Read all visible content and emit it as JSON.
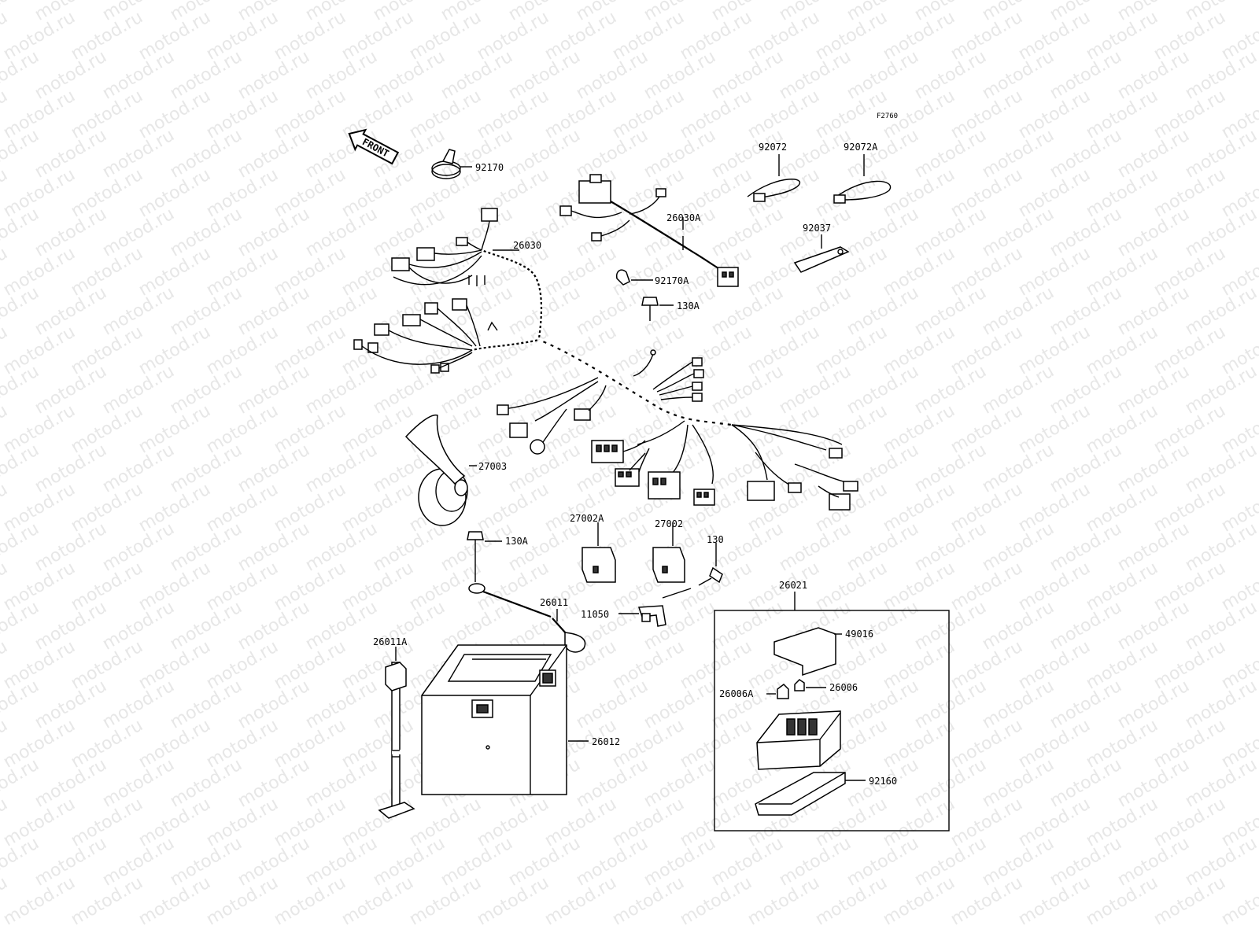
{
  "figure_code": "F2760",
  "front_indicator": "FRONT",
  "watermark": "motod.ru",
  "parts": [
    {
      "id": "p-92170",
      "label": "92170"
    },
    {
      "id": "p-26030A",
      "label": "26030A"
    },
    {
      "id": "p-92072",
      "label": "92072"
    },
    {
      "id": "p-92072A",
      "label": "92072A"
    },
    {
      "id": "p-92037",
      "label": "92037"
    },
    {
      "id": "p-26030",
      "label": "26030"
    },
    {
      "id": "p-92170A",
      "label": "92170A"
    },
    {
      "id": "p-130A-top",
      "label": "130A"
    },
    {
      "id": "p-27003",
      "label": "27003"
    },
    {
      "id": "p-130A-bottom",
      "label": "130A"
    },
    {
      "id": "p-27002A",
      "label": "27002A"
    },
    {
      "id": "p-27002",
      "label": "27002"
    },
    {
      "id": "p-130",
      "label": "130"
    },
    {
      "id": "p-26011",
      "label": "26011"
    },
    {
      "id": "p-11050",
      "label": "11050"
    },
    {
      "id": "p-26021",
      "label": "26021"
    },
    {
      "id": "p-49016",
      "label": "49016"
    },
    {
      "id": "p-26006A",
      "label": "26006A"
    },
    {
      "id": "p-26006",
      "label": "26006"
    },
    {
      "id": "p-26011A",
      "label": "26011A"
    },
    {
      "id": "p-26012",
      "label": "26012"
    },
    {
      "id": "p-92160",
      "label": "92160"
    }
  ]
}
